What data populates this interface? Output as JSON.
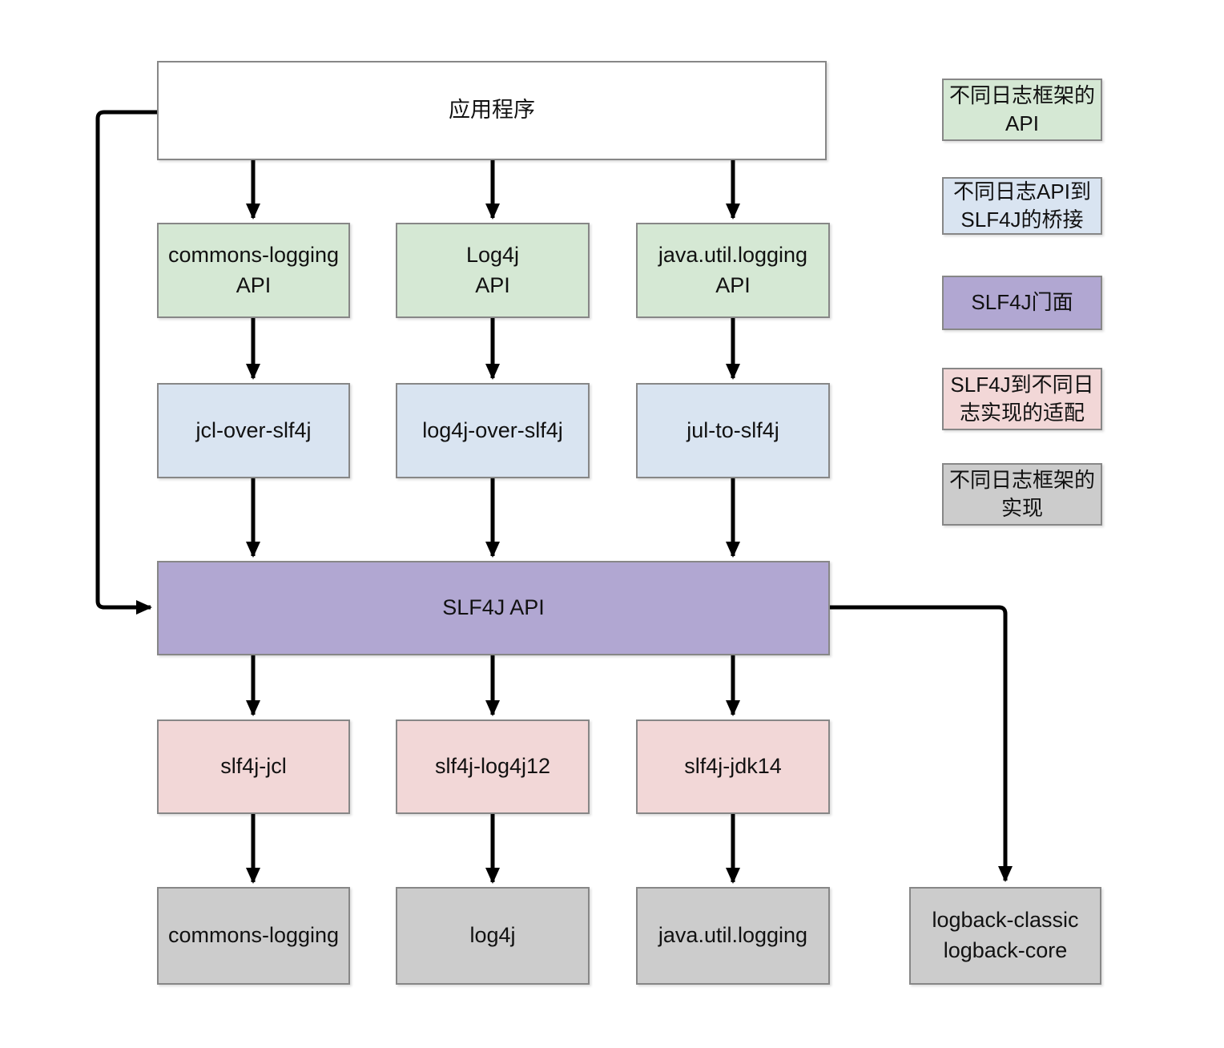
{
  "colors": {
    "api_green": "#d5e8d4",
    "bridge_blue": "#d9e4f1",
    "facade_purple": "#b1a7d2",
    "adapter_pink": "#f2d7d7",
    "impl_gray": "#cccccc",
    "border_gray": "#878787",
    "arrow_black": "#000000"
  },
  "diagram": {
    "application": {
      "label": "应用程序"
    },
    "api_layer": [
      {
        "label": "commons-logging\nAPI"
      },
      {
        "label": "Log4j\nAPI"
      },
      {
        "label": "java.util.logging\nAPI"
      }
    ],
    "bridge_layer": [
      {
        "label": "jcl-over-slf4j"
      },
      {
        "label": "log4j-over-slf4j"
      },
      {
        "label": "jul-to-slf4j"
      }
    ],
    "facade": {
      "label": "SLF4J API"
    },
    "adapter_layer": [
      {
        "label": "slf4j-jcl"
      },
      {
        "label": "slf4j-log4j12"
      },
      {
        "label": "slf4j-jdk14"
      }
    ],
    "impl_layer": [
      {
        "label": "commons-logging"
      },
      {
        "label": "log4j"
      },
      {
        "label": "java.util.logging"
      },
      {
        "label": "logback-classic\nlogback-core"
      }
    ]
  },
  "legend": [
    {
      "label": "不同日志框架的\nAPI",
      "type": "api"
    },
    {
      "label": "不同日志API到\nSLF4J的桥接",
      "type": "bridge"
    },
    {
      "label": "SLF4J门面",
      "type": "facade"
    },
    {
      "label": "SLF4J到不同日\n志实现的适配",
      "type": "adapter"
    },
    {
      "label": "不同日志框架的\n实现",
      "type": "impl"
    }
  ]
}
